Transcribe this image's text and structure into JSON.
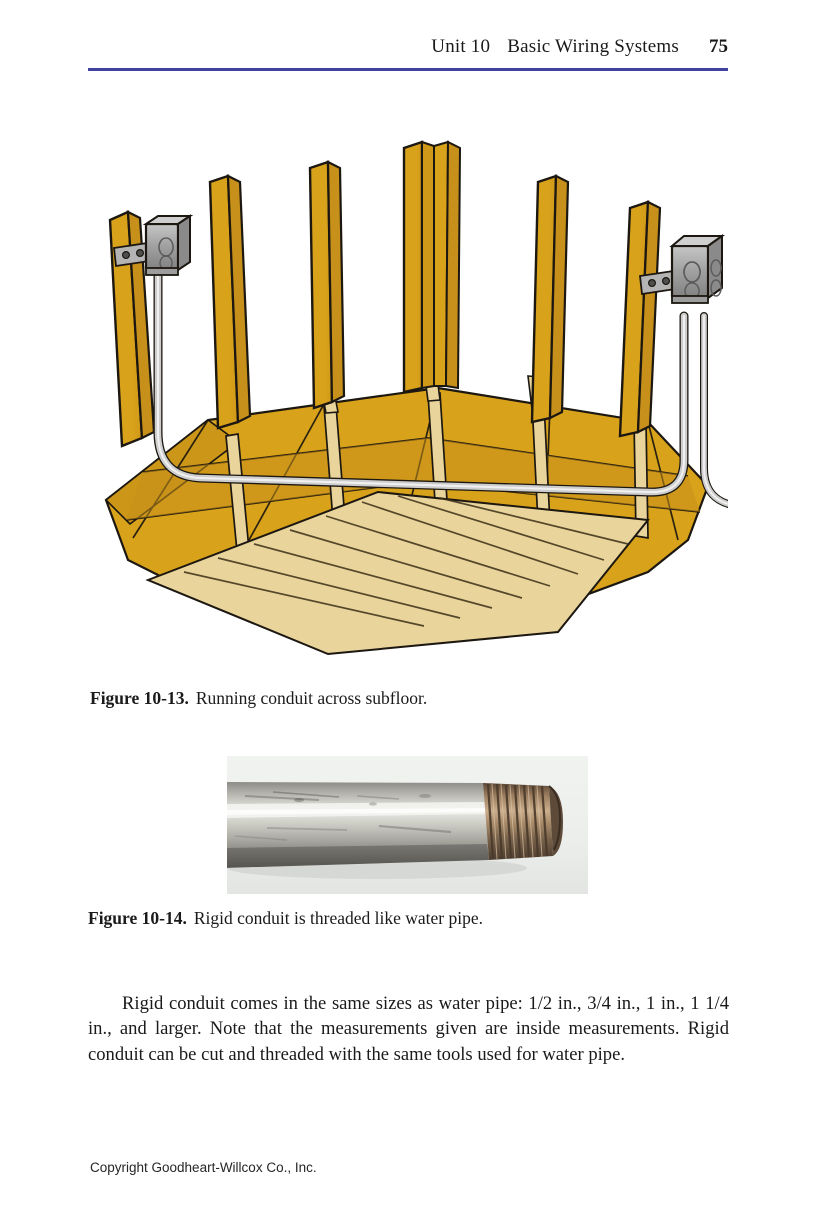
{
  "header": {
    "unit": "Unit 10",
    "title": "Basic Wiring Systems",
    "page_number": "75",
    "rule_color": "#4242a0"
  },
  "figures": [
    {
      "id": "figure-10-13",
      "label": "Figure 10-13.",
      "text": "Running conduit across subfloor.",
      "kind": "illustration",
      "alt": "Line illustration of wall studs on a subfloor platform with rigid conduit running from an electrical box on a left stud, across the subfloor, and up to an electrical box on a right stud.",
      "colors": {
        "wood_gold": "#d9a21b",
        "wood_gold_shade": "#c6901a",
        "wood_light": "#e9d49c",
        "wood_light_shade": "#dfc789",
        "outline": "#1c1710",
        "conduit_metal": "#c9c9c9",
        "conduit_highlight": "#f2f2f2",
        "box_metal": "#9b9b9b",
        "box_metal_light": "#c2c2c2",
        "box_metal_dark": "#6e6e6e"
      }
    },
    {
      "id": "figure-10-14",
      "label": "Figure 10-14.",
      "text": "Rigid conduit is threaded like water pipe.",
      "kind": "photo",
      "alt": "Photograph of a length of galvanized rigid steel conduit with machined threads on the right end, lying on a light gray background.",
      "colors": {
        "background": "#eceeec",
        "pipe_body": "#b9b9b4",
        "pipe_highlight": "#e7e8e4",
        "pipe_shadow": "#6e6c66",
        "thread_light": "#c4a68a",
        "thread_dark": "#6b5542"
      }
    }
  ],
  "body": {
    "paragraph": "Rigid conduit comes in the same sizes as water pipe: 1/2 in., 3/4 in., 1 in., 1 1/4 in., and larger. Note that the measurements given are inside measurements. Rigid conduit can be cut and threaded with the same tools used for water pipe."
  },
  "footer": {
    "copyright": "Copyright Goodheart-Willcox Co., Inc."
  }
}
